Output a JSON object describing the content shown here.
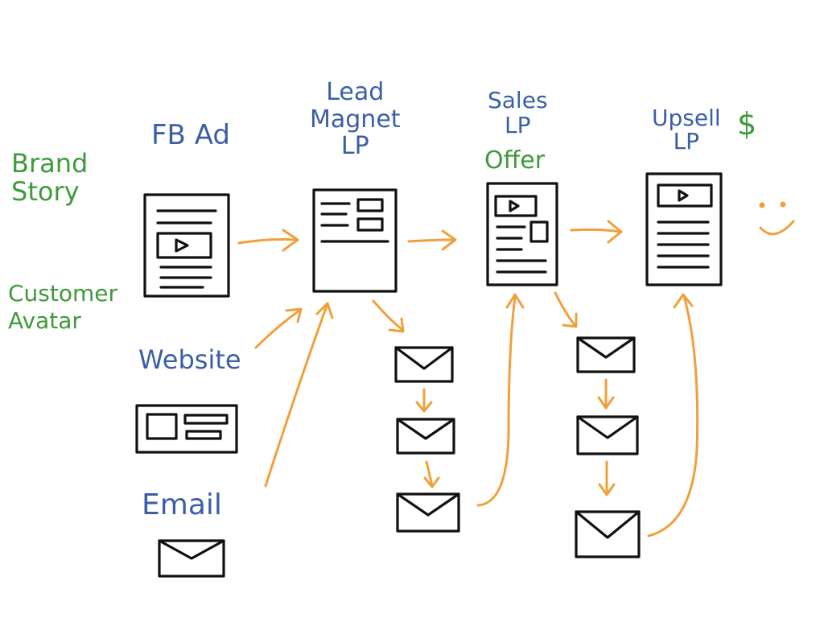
{
  "labels": {
    "fb_ad": "FB Ad",
    "lead_magnet_lp": "Lead\nMagnet\nLP",
    "sales_lp": "Sales\nLP",
    "offer": "Offer",
    "upsell_lp": "Upsell\nLP",
    "dollar": "$",
    "brand_story": "Brand\nStory",
    "customer_avatar": "Customer\nAvatar",
    "website": "Website",
    "email": "Email"
  },
  "colors": {
    "text_blue": "#3b5fa6",
    "text_green": "#3e9a3a",
    "arrow_orange": "#f0a03a",
    "ink": "#111111"
  },
  "icons": {
    "smiley": "smiley-face-icon",
    "play": "play-icon",
    "envelope": "envelope-icon"
  }
}
